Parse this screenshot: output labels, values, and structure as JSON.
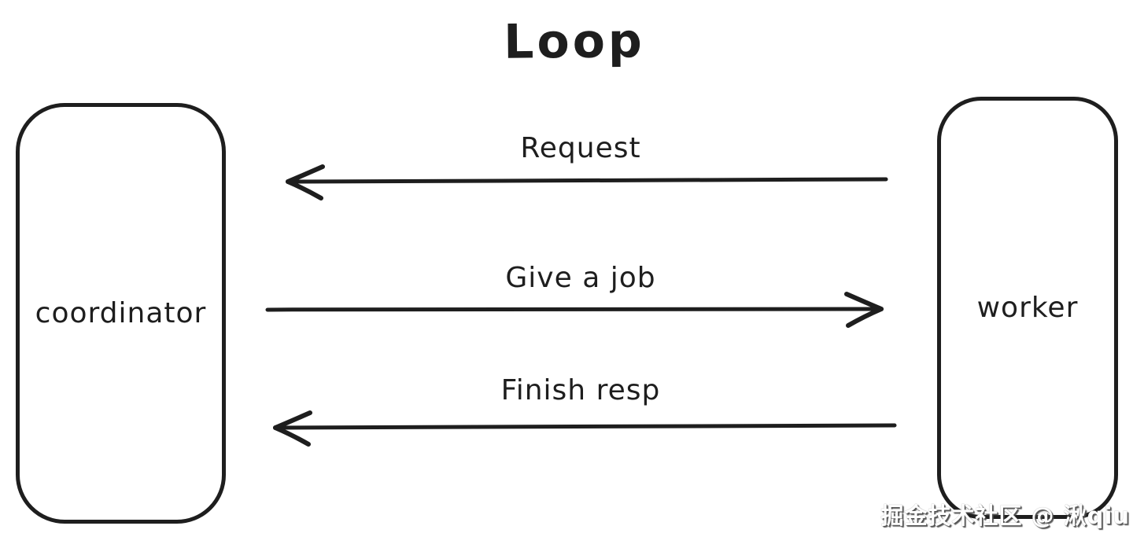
{
  "canvas": {
    "background": "#ffffff",
    "ink_color": "#1e1e1e"
  },
  "title": "Loop",
  "nodes": [
    {
      "id": "coordinator",
      "label": "coordinator"
    },
    {
      "id": "worker",
      "label": "worker"
    }
  ],
  "arrows": [
    {
      "label": "Request",
      "from": "worker",
      "to": "coordinator",
      "direction": "left",
      "length": 768
    },
    {
      "label": "Give a job",
      "from": "coordinator",
      "to": "worker",
      "direction": "right",
      "length": 790
    },
    {
      "label": "Finish resp",
      "from": "worker",
      "to": "coordinator",
      "direction": "left",
      "length": 795
    }
  ],
  "watermark": "掘金技术社区 @ 湫qiu"
}
